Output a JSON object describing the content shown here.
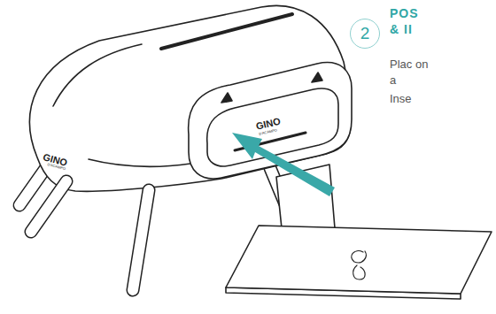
{
  "diagram": {
    "nodes": [
      {
        "text": [
          "2"
        ]
      }
    ],
    "labels": [
      "POS & II",
      "Plac on a",
      "Inse",
      "GINO",
      "D'ACAMPO",
      "GINO",
      "D'ACAMPO"
    ]
  }
}
